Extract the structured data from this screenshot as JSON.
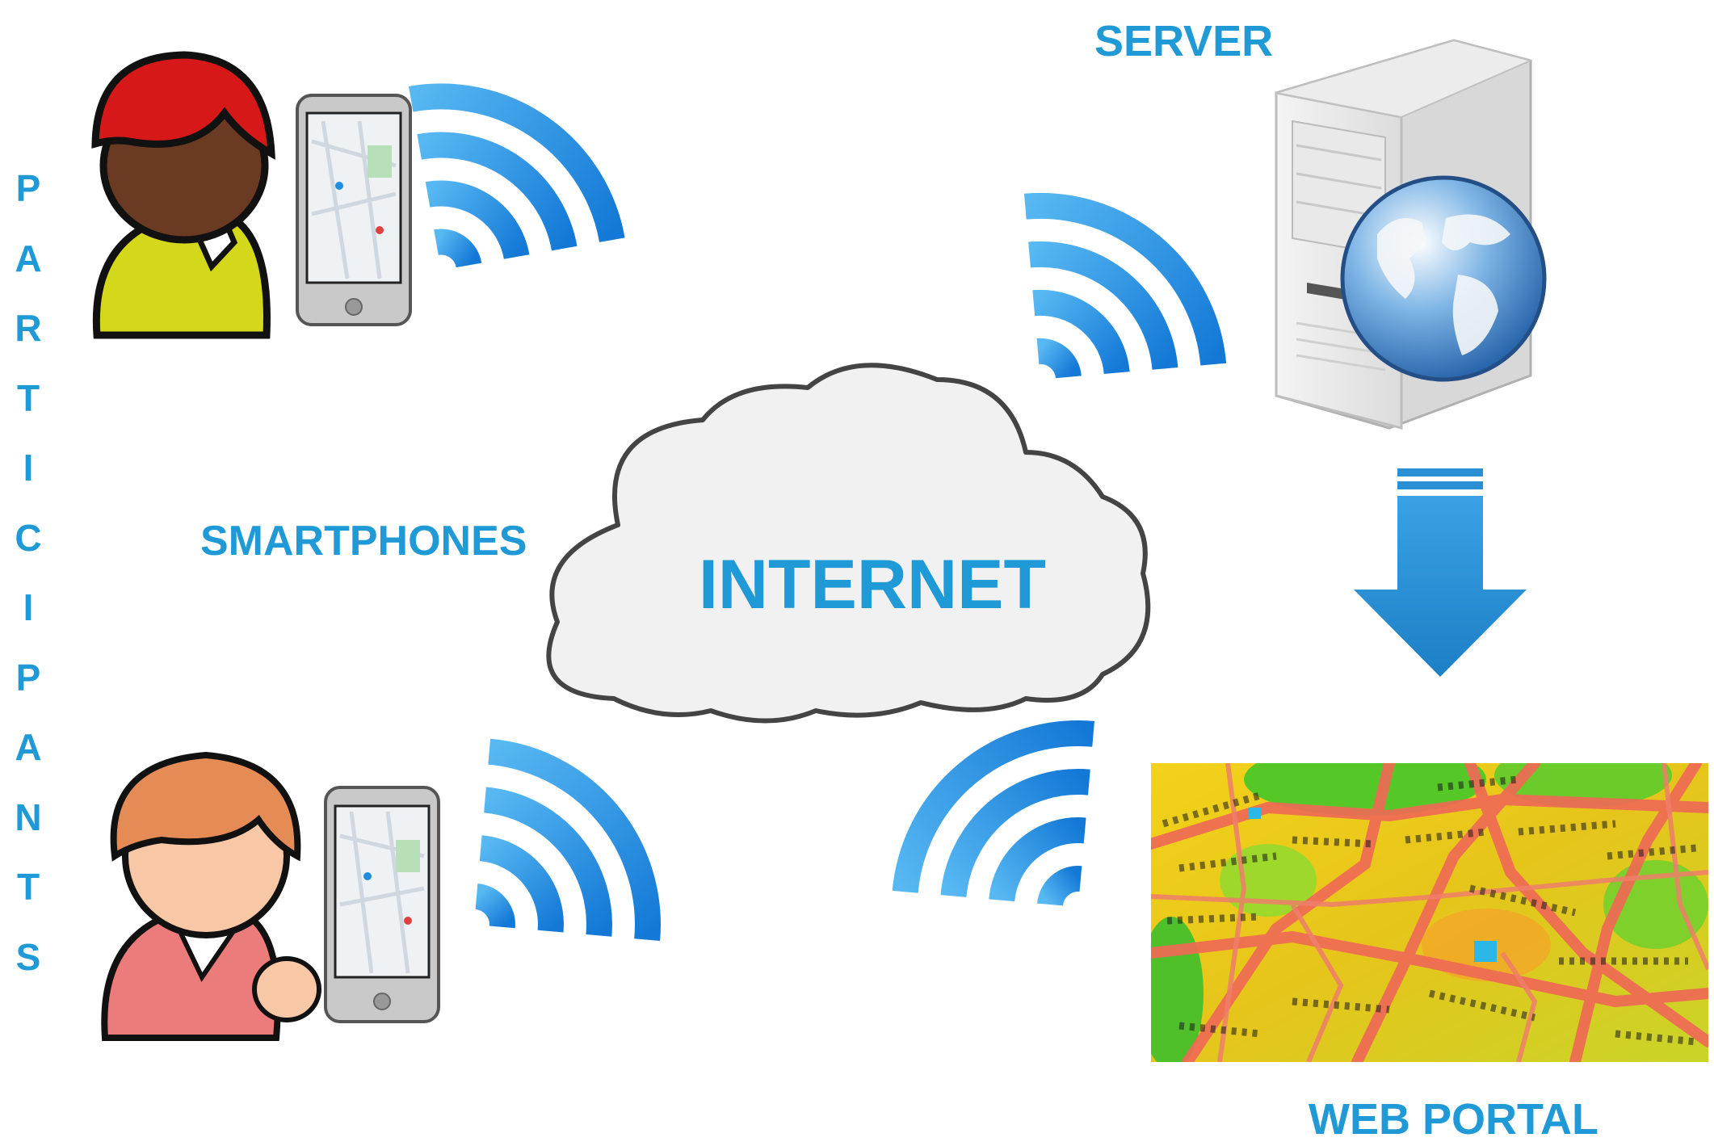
{
  "labels": {
    "participants": "PARTICIPANTS",
    "server": "SERVER",
    "smartphones": "SMARTPHONES",
    "internet": "INTERNET",
    "web_portal": "WEB PORTAL"
  },
  "icons": [
    "participant-icon",
    "smartphone-icon",
    "wifi-signal-icon",
    "cloud-icon",
    "server-icon",
    "globe-icon",
    "down-arrow-icon",
    "noise-map-icon"
  ],
  "colors": {
    "label_blue": "#1f9ad6",
    "wifi_blue": "#1e8fe0",
    "arrow_blue": "#2a8fd3",
    "cloud_fill": "#f1f1f1",
    "participant1_hair": "#d71818",
    "participant1_body": "#d4d81a",
    "participant2_hair": "#e58b55",
    "participant2_body": "#ec7b7b"
  }
}
